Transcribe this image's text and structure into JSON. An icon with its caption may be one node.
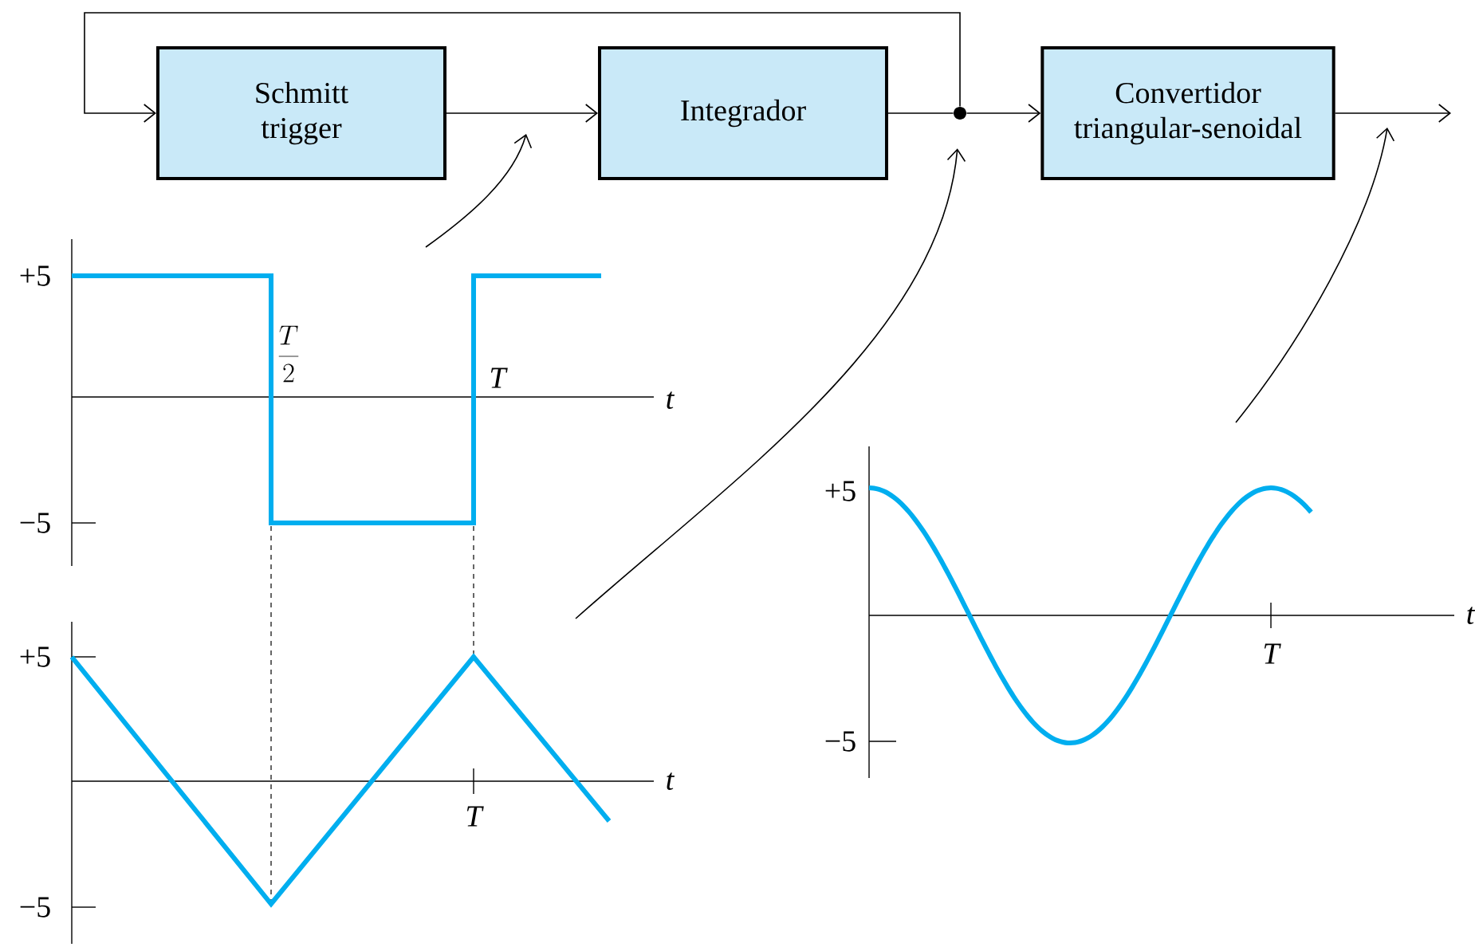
{
  "diagram": {
    "nodes": [
      {
        "text": [
          "Schmitt trigger"
        ]
      },
      {
        "text": [
          "Integrador"
        ]
      },
      {
        "text": [
          "Convertidor triangular-senoidal"
        ]
      },
      {
        "text": [],
        "shape": "circle"
      },
      {
        "text": [],
        "shape": "picture"
      },
      {
        "text": [],
        "shape": "picture"
      },
      {
        "text": [],
        "shape": "picture"
      }
    ],
    "edges": [
      {
        "from": 3,
        "to": 0,
        "arrow": "to"
      },
      {
        "from": 0,
        "to": 1,
        "arrow": "to"
      },
      {
        "from": 1,
        "to": 3,
        "arrow": "none"
      },
      {
        "from": 3,
        "to": 2,
        "arrow": "to"
      },
      {
        "from": 2,
        "to": null,
        "arrow": "to"
      },
      {
        "from": 4,
        "to": null,
        "arrow": "to"
      },
      {
        "from": 5,
        "to": 3,
        "arrow": "to"
      },
      {
        "from": 6,
        "to": null,
        "arrow": "to"
      }
    ],
    "labels": [
      "+5",
      "\\frac{T}{2}",
      "T",
      "t",
      "−5",
      "+5",
      "t",
      "T",
      "−5",
      "+5",
      "t",
      "T",
      "−5"
    ]
  }
}
